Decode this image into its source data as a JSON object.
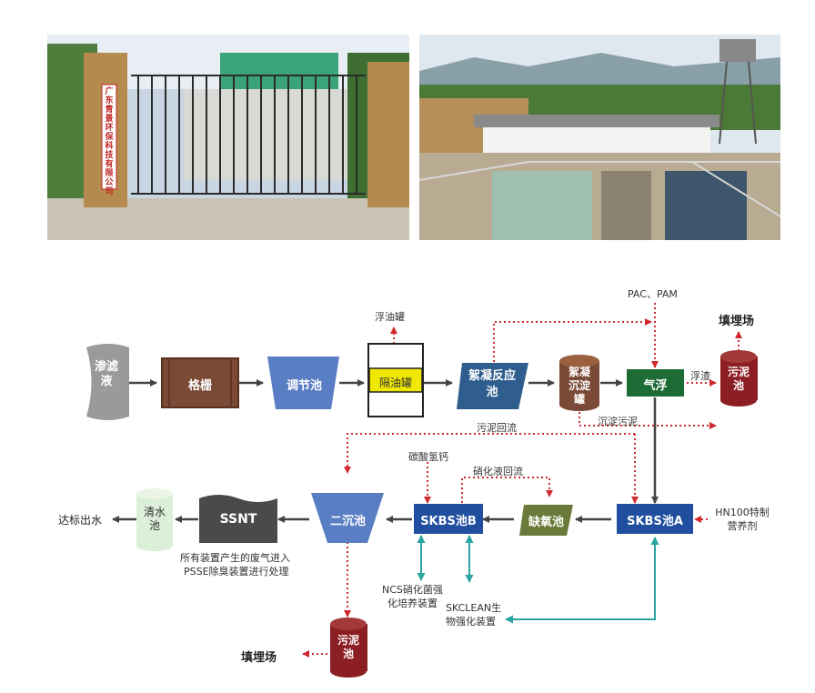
{
  "photos": {
    "gate_sign": "广东青景环保科技有限公司"
  },
  "flow": {
    "leachate": "渗滤液",
    "grille": "格栅",
    "regulating_tank": "调节池",
    "oil_tank_top": "浮油罐",
    "oil_separator": "隔油罐",
    "flocculation_reaction": "絮凝反应池",
    "flocculation_settling": "絮凝沉淀罐",
    "reagents": "PAC、PAM",
    "air_float": "气浮",
    "landfill": "填埋场",
    "scum": "浮渣",
    "sludge_tank": "污泥池",
    "settled_sludge": "沉淀污泥",
    "sludge_return": "污泥回流",
    "calcium_carbonate": "碳酸氢钙",
    "nitrate_return": "硝化液回流",
    "clear_tank": "清水池",
    "ssnt": "SSNT",
    "secondary_settling": "二沉池",
    "skbs_b": "SKBS池B",
    "anoxic": "缺氧池",
    "skbs_a": "SKBS池A",
    "hn100": "HN100特制营养剂",
    "discharge": "达标出水",
    "gas_note_line1": "所有装置产生的废气进入",
    "gas_note_line2": "PSSE除臭装置进行处理",
    "ncs_line1": "NCS硝化菌强",
    "ncs_line2": "化培养装置",
    "skclean_line1": "SKCLEAN生",
    "skclean_line2": "物强化装置"
  },
  "colors": {
    "brown": "#7b4a36",
    "blue": "#5a7ec3",
    "dark_blue": "#1f4f9e",
    "yellow": "#f0e800",
    "steel": "#2e5d8e",
    "green": "#1d6b35",
    "olive": "#6b7a3a",
    "maroon": "#8c1f23",
    "gray": "#9a9a9a",
    "dark_gray": "#4a4a4a",
    "mint": "#dcefd9",
    "red_dot": "#d0282e",
    "teal": "#2aa5a0"
  }
}
